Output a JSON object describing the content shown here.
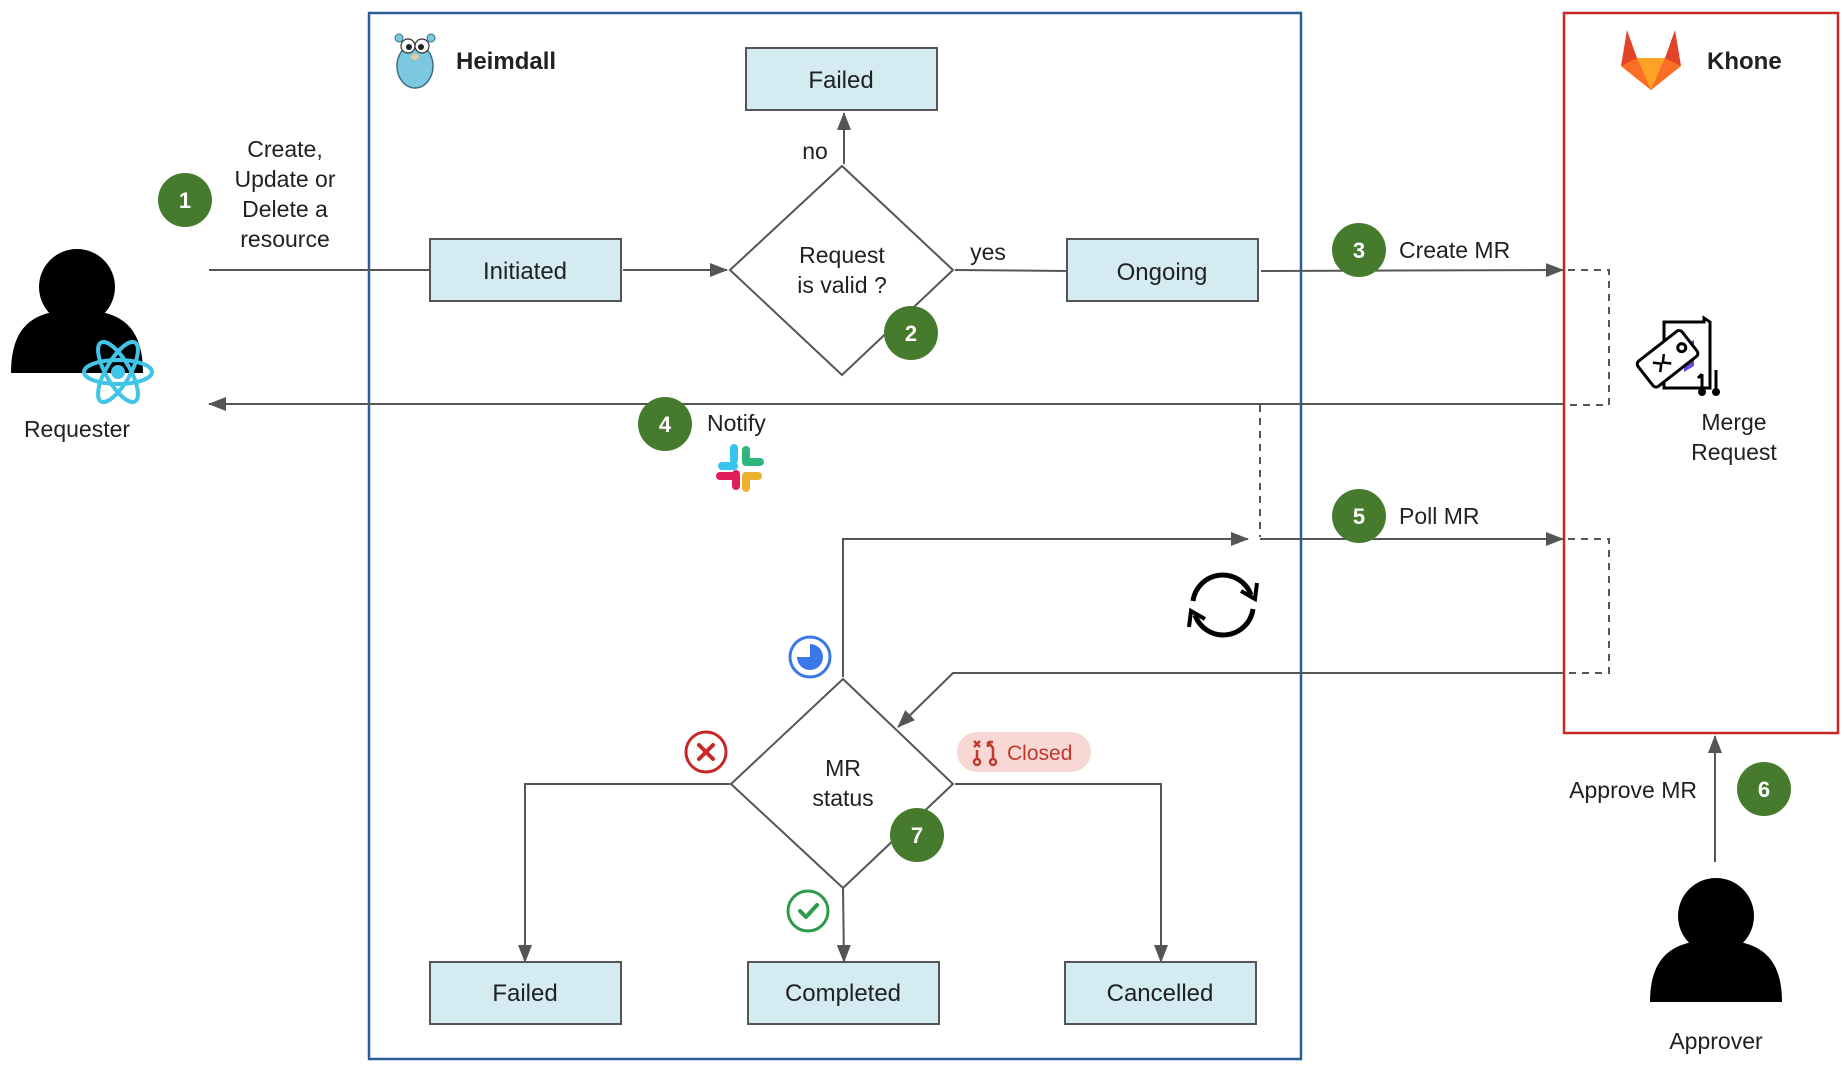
{
  "colors": {
    "box_fill": "#d4ebf1",
    "box_stroke": "#555555",
    "badge": "#467a2d",
    "heimdall_border": "#2f5b9a",
    "khone_border": "#c62828",
    "line": "#555555"
  },
  "icons": {
    "requester": "person-react-icon",
    "approver": "person-icon",
    "heimdall_logo": "gopher-icon",
    "khone_logo": "gitlab-icon",
    "notify": "slack-icon",
    "merge_request": "terraform-merge-request-icon",
    "poll": "refresh-cycle-icon",
    "pending": "clock-icon",
    "failed_status": "x-circle-icon",
    "completed_status": "check-circle-icon",
    "closed_status": "merge-closed-icon"
  },
  "actors": {
    "requester": "Requester",
    "approver": "Approver"
  },
  "heimdall": {
    "title": "Heimdall",
    "initiated": "Initiated",
    "failed_top": "Failed",
    "ongoing": "Ongoing",
    "decision_valid": [
      "Request",
      "is valid ?"
    ],
    "no": "no",
    "yes": "yes",
    "mr_status": [
      "MR",
      "status"
    ],
    "failed_bottom": "Failed",
    "completed": "Completed",
    "cancelled": "Cancelled",
    "closed_badge": "Closed"
  },
  "khone": {
    "title": "Khone",
    "merge_request": [
      "Merge",
      "Request"
    ]
  },
  "steps": [
    {
      "num": "1",
      "label": [
        "Create,",
        "Update or",
        "Delete a",
        "resource"
      ]
    },
    {
      "num": "2"
    },
    {
      "num": "3",
      "label": "Create MR"
    },
    {
      "num": "4",
      "label": "Notify"
    },
    {
      "num": "5",
      "label": "Poll MR"
    },
    {
      "num": "6",
      "label": "Approve MR"
    },
    {
      "num": "7"
    }
  ]
}
